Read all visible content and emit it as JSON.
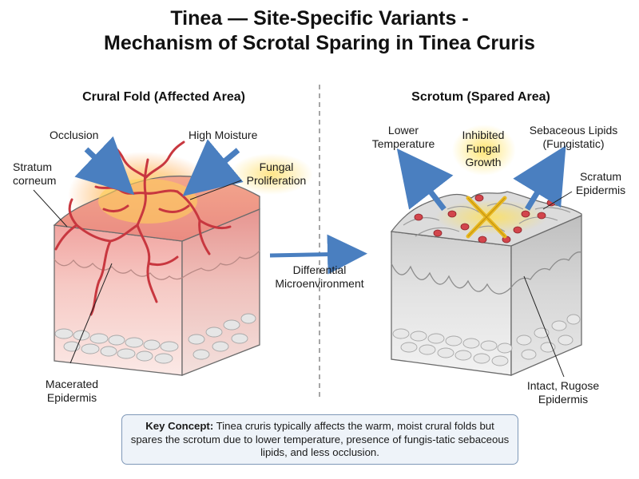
{
  "title": {
    "line1": "Tinea — Site-Specific Variants -",
    "line2": "Mechanism of Scrotal Sparing in Tinea Cruris"
  },
  "left_panel": {
    "heading": "Crural Fold (Affected Area)",
    "labels": {
      "occlusion": "Occlusion",
      "high_moisture": "High Moisture",
      "stratum_1": "Stratum",
      "stratum_2": "corneum",
      "fungal_1": "Fungal",
      "fungal_2": "Proliferation",
      "macerated_1": "Macerated",
      "macerated_2": "Epidermis"
    }
  },
  "middle": {
    "diff_1": "Differential",
    "diff_2": "Microenvironment"
  },
  "right_panel": {
    "heading": "Scrotum (Spared Area)",
    "labels": {
      "lower_1": "Lower",
      "lower_2": "Temperature",
      "inhibited_1": "Inhibited",
      "inhibited_2": "Fungal",
      "inhibited_3": "Growth",
      "sebaceous_1": "Sebaceous Lipids",
      "sebaceous_2": "(Fungistatic)",
      "scratum_1": "Scratum",
      "scratum_2": "Epidermis",
      "intact_1": "Intact, Rugose",
      "intact_2": "Epidermis"
    }
  },
  "key_concept": {
    "label": "Key Concept:",
    "text": "Tinea cruris typically affects the warm, moist crural folds but spares the scrotum due to lower temperature, presence of fungis-tatic sebaceous lipids, and less occlusion."
  },
  "colors": {
    "arrow_blue": "#4a7fc0",
    "hyphae_red": "#c8373f",
    "inflamed_top": "#f0a08a",
    "glow_yellow": "#ffd24a",
    "inhibit_yellow": "#f2c230",
    "box_border": "#7f98b8",
    "box_fill": "#eef3f9"
  }
}
